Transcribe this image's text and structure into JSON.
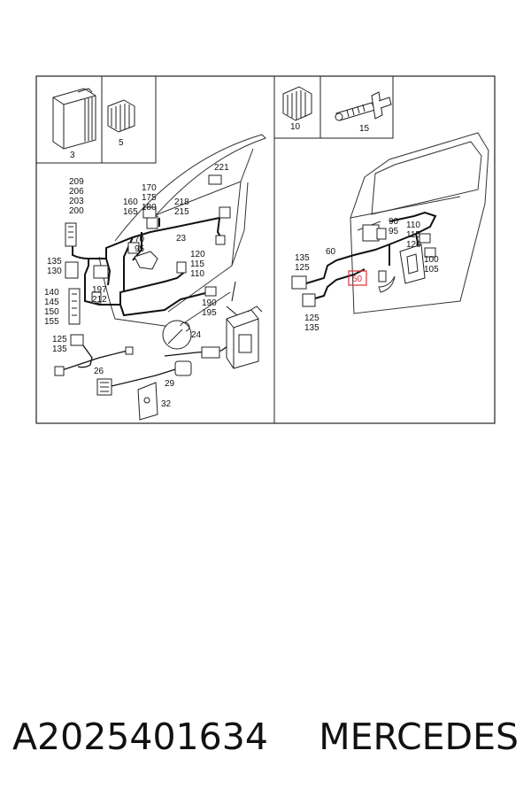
{
  "diagram": {
    "left_panel": {
      "inset_labels": [
        "3",
        "5"
      ],
      "callouts": {
        "c209": "209",
        "c206": "206",
        "c203": "203",
        "c200": "200",
        "c170": "170",
        "c175": "175",
        "c180": "180",
        "c160": "160",
        "c165": "165",
        "c221": "221",
        "c218": "218",
        "c215": "215",
        "c70": "70",
        "c95": "95",
        "c23": "23",
        "c135": "135",
        "c130": "130",
        "c120": "120",
        "c115": "115",
        "c110": "110",
        "c197": "197",
        "c212": "212",
        "c140": "140",
        "c145": "145",
        "c150": "150",
        "c155": "155",
        "c190": "190",
        "c195": "195",
        "c125b": "125",
        "c135b": "135",
        "c24": "24",
        "c26": "26",
        "c29": "29",
        "c32": "32"
      }
    },
    "right_panel": {
      "inset_labels": [
        "10",
        "15"
      ],
      "callouts": {
        "c90": "90",
        "c95": "95",
        "c110": "110",
        "c115": "115",
        "c120": "120",
        "c100": "100",
        "c105": "105",
        "c60": "60",
        "c135": "135",
        "c125": "125",
        "c50": "50",
        "c125b": "125",
        "c135b": "135"
      },
      "highlight_color": "#e0303a"
    }
  },
  "caption": {
    "part_number": "A2025401634",
    "brand": "MERCEDES"
  }
}
